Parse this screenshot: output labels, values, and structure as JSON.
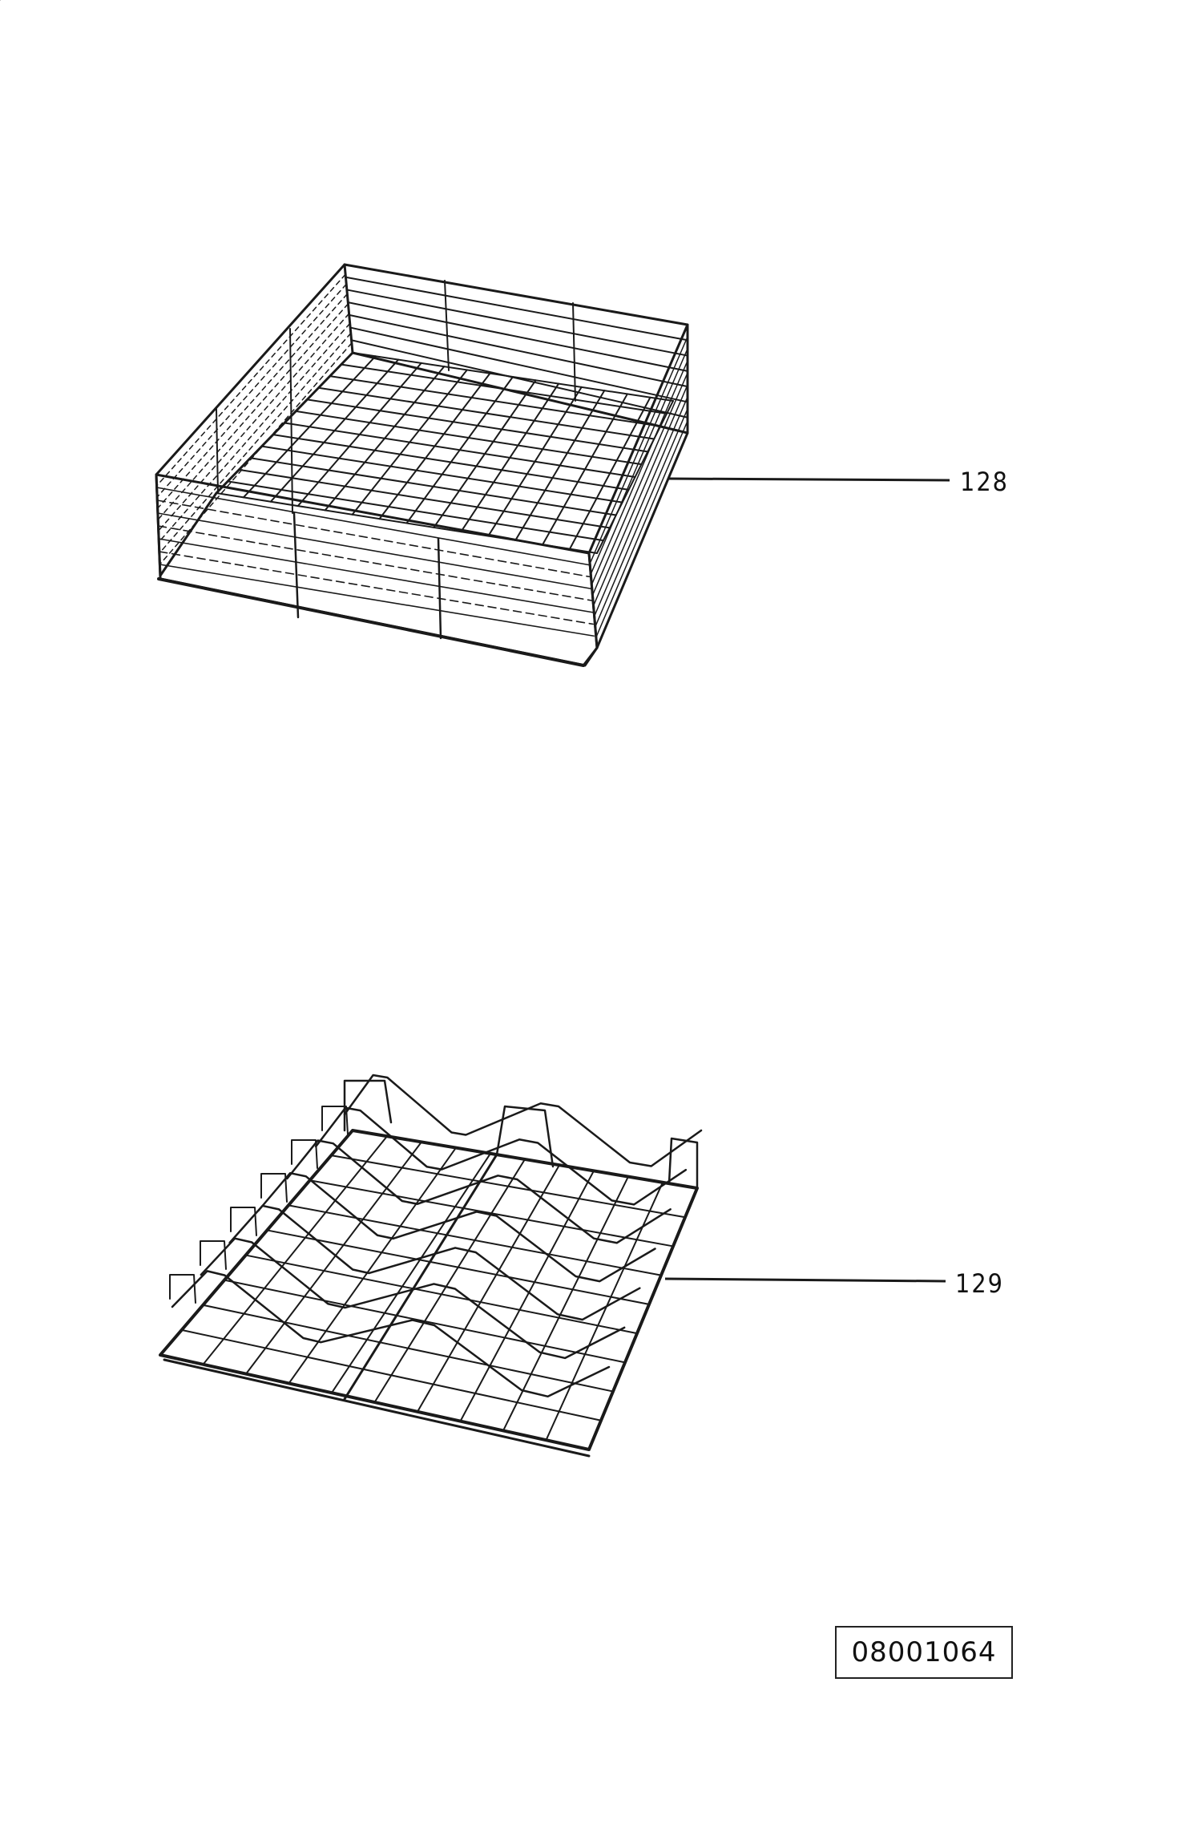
{
  "callouts": {
    "basket_label": "128",
    "rack_label": "129"
  },
  "reference": {
    "code": "08001064"
  },
  "colors": {
    "ink": "#1a1a1a",
    "paper": "#ffffff"
  }
}
